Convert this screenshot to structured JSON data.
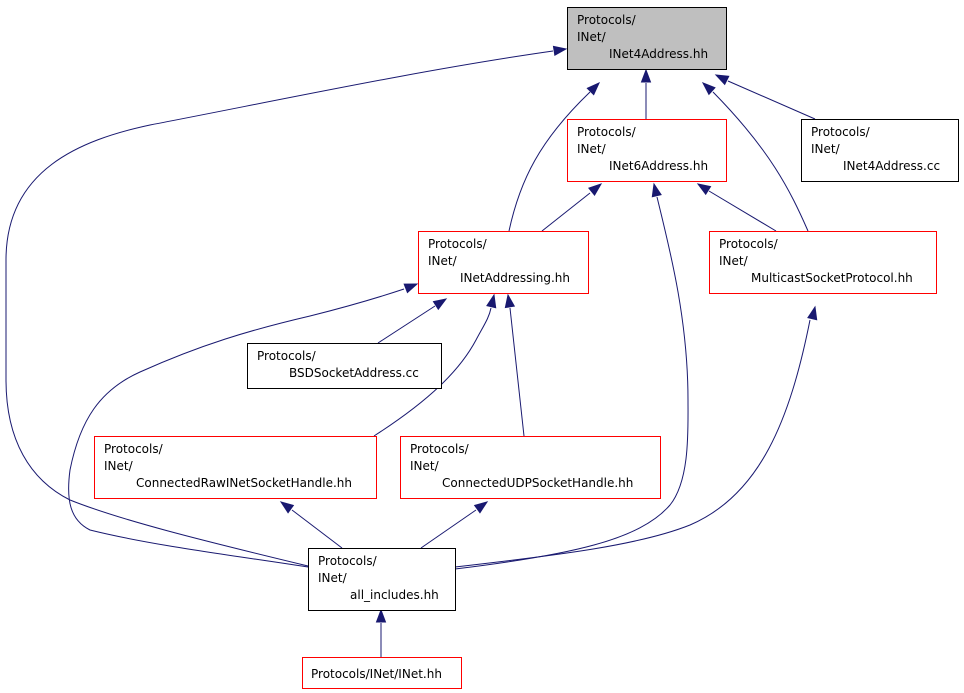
{
  "colors": {
    "edge": "#191970",
    "focus_fill": "#bfbfbf",
    "border_normal": "#000000",
    "border_truncated": "#ff0000",
    "background": "#ffffff"
  },
  "nodes": [
    {
      "id": "inet4address-hh",
      "lines": [
        "Protocols/",
        "INet/",
        "INet4Address.hh"
      ],
      "focus": true,
      "border": "normal"
    },
    {
      "id": "inet6address-hh",
      "lines": [
        "Protocols/",
        "INet/",
        "INet6Address.hh"
      ],
      "focus": false,
      "border": "truncated"
    },
    {
      "id": "inet4address-cc",
      "lines": [
        "Protocols/",
        "INet/",
        "INet4Address.cc"
      ],
      "focus": false,
      "border": "normal"
    },
    {
      "id": "inetaddressing-hh",
      "lines": [
        "Protocols/",
        "INet/",
        "INetAddressing.hh"
      ],
      "focus": false,
      "border": "truncated"
    },
    {
      "id": "multicastsocketprotocol-hh",
      "lines": [
        "Protocols/",
        "INet/",
        "MulticastSocketProtocol.hh"
      ],
      "focus": false,
      "border": "truncated"
    },
    {
      "id": "bsdsocketaddress-cc",
      "lines": [
        "Protocols/",
        "BSDSocketAddress.cc"
      ],
      "focus": false,
      "border": "normal"
    },
    {
      "id": "connectedrawinetsockethandle-hh",
      "lines": [
        "Protocols/",
        "INet/",
        "ConnectedRawINetSocketHandle.hh"
      ],
      "focus": false,
      "border": "truncated"
    },
    {
      "id": "connectedudpsockethandle-hh",
      "lines": [
        "Protocols/",
        "INet/",
        "ConnectedUDPSocketHandle.hh"
      ],
      "focus": false,
      "border": "truncated"
    },
    {
      "id": "all-includes-hh",
      "lines": [
        "Protocols/",
        "INet/",
        "all_includes.hh"
      ],
      "focus": false,
      "border": "normal"
    },
    {
      "id": "inet-hh",
      "lines": [
        "Protocols/INet/INet.hh"
      ],
      "focus": false,
      "border": "truncated"
    }
  ],
  "edges": [
    {
      "from": "inet6address-hh",
      "to": "inet4address-hh"
    },
    {
      "from": "inet4address-cc",
      "to": "inet4address-hh"
    },
    {
      "from": "inetaddressing-hh",
      "to": "inet4address-hh"
    },
    {
      "from": "multicastsocketprotocol-hh",
      "to": "inet4address-hh"
    },
    {
      "from": "all-includes-hh",
      "to": "inet4address-hh"
    },
    {
      "from": "inetaddressing-hh",
      "to": "inet6address-hh"
    },
    {
      "from": "multicastsocketprotocol-hh",
      "to": "inet6address-hh"
    },
    {
      "from": "all-includes-hh",
      "to": "inet6address-hh"
    },
    {
      "from": "bsdsocketaddress-cc",
      "to": "inetaddressing-hh"
    },
    {
      "from": "connectedrawinetsockethandle-hh",
      "to": "inetaddressing-hh"
    },
    {
      "from": "connectedudpsockethandle-hh",
      "to": "inetaddressing-hh"
    },
    {
      "from": "all-includes-hh",
      "to": "inetaddressing-hh"
    },
    {
      "from": "all-includes-hh",
      "to": "multicastsocketprotocol-hh"
    },
    {
      "from": "all-includes-hh",
      "to": "connectedrawinetsockethandle-hh"
    },
    {
      "from": "all-includes-hh",
      "to": "connectedudpsockethandle-hh"
    },
    {
      "from": "inet-hh",
      "to": "all-includes-hh"
    }
  ]
}
